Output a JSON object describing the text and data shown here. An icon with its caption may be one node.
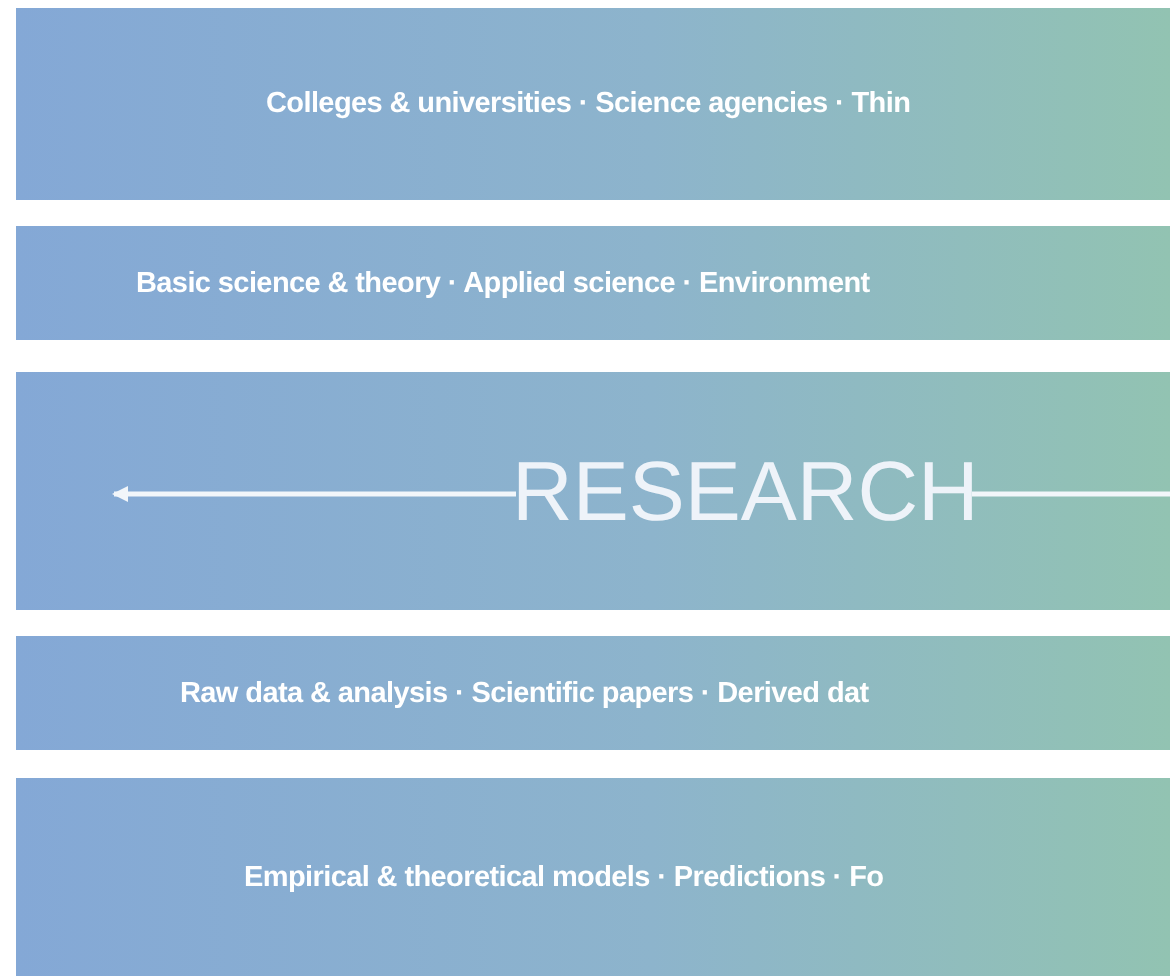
{
  "diagram": {
    "nodes": [
      {
        "text": [
          "Colleges & universities · Science agencies · Thin"
        ]
      },
      {
        "text": [
          "Basic science & theory · Applied science · Environment"
        ]
      },
      {
        "text": [],
        "shape": "box"
      },
      {
        "text": [
          "RESEARCH"
        ],
        "in": 2
      },
      {
        "text": [
          "Raw data & analysis · Scientific papers · Derived dat"
        ]
      },
      {
        "text": [
          "Empirical & theoretical models · Predictions · Fo"
        ]
      }
    ],
    "edges": [
      {
        "from": 3,
        "to": null,
        "arrow": "to"
      },
      {
        "from": 3,
        "to": null,
        "arrow": "none"
      }
    ]
  }
}
